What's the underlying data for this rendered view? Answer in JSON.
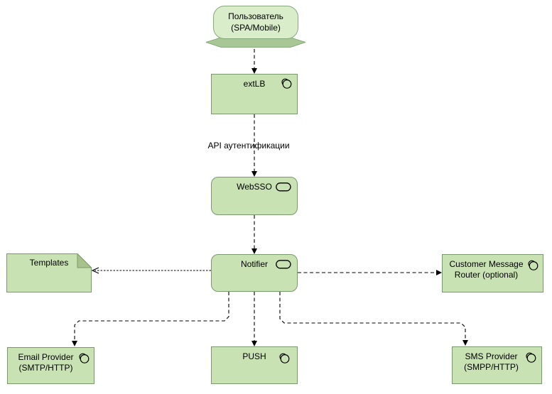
{
  "diagram": {
    "nodes": {
      "user": {
        "line1": "Пользователь",
        "line2": "(SPA/Mobile)"
      },
      "extlb": {
        "label": "extLB"
      },
      "websso": {
        "label": "WebSSO"
      },
      "notifier": {
        "label": "Notifier"
      },
      "templates": {
        "label": "Templates"
      },
      "cmr": {
        "line1": "Customer Message",
        "line2": "Router (optional)"
      },
      "email": {
        "line1": "Email Provider",
        "line2": "(SMTP/HTTP)"
      },
      "push": {
        "label": "PUSH"
      },
      "sms": {
        "line1": "SMS Provider",
        "line2": "(SMPP/HTTP)"
      }
    },
    "connector_labels": {
      "extlb_to_websso": "API аутентификации"
    },
    "colors": {
      "background": "#ffffff",
      "node_fill": "#c9e2b3",
      "node_border": "#7a9a6e",
      "user_fill": "#d9edca",
      "pedestal_fill": "#a9c795",
      "fold_fill": "#a9c28c",
      "connector": "#000000"
    }
  }
}
